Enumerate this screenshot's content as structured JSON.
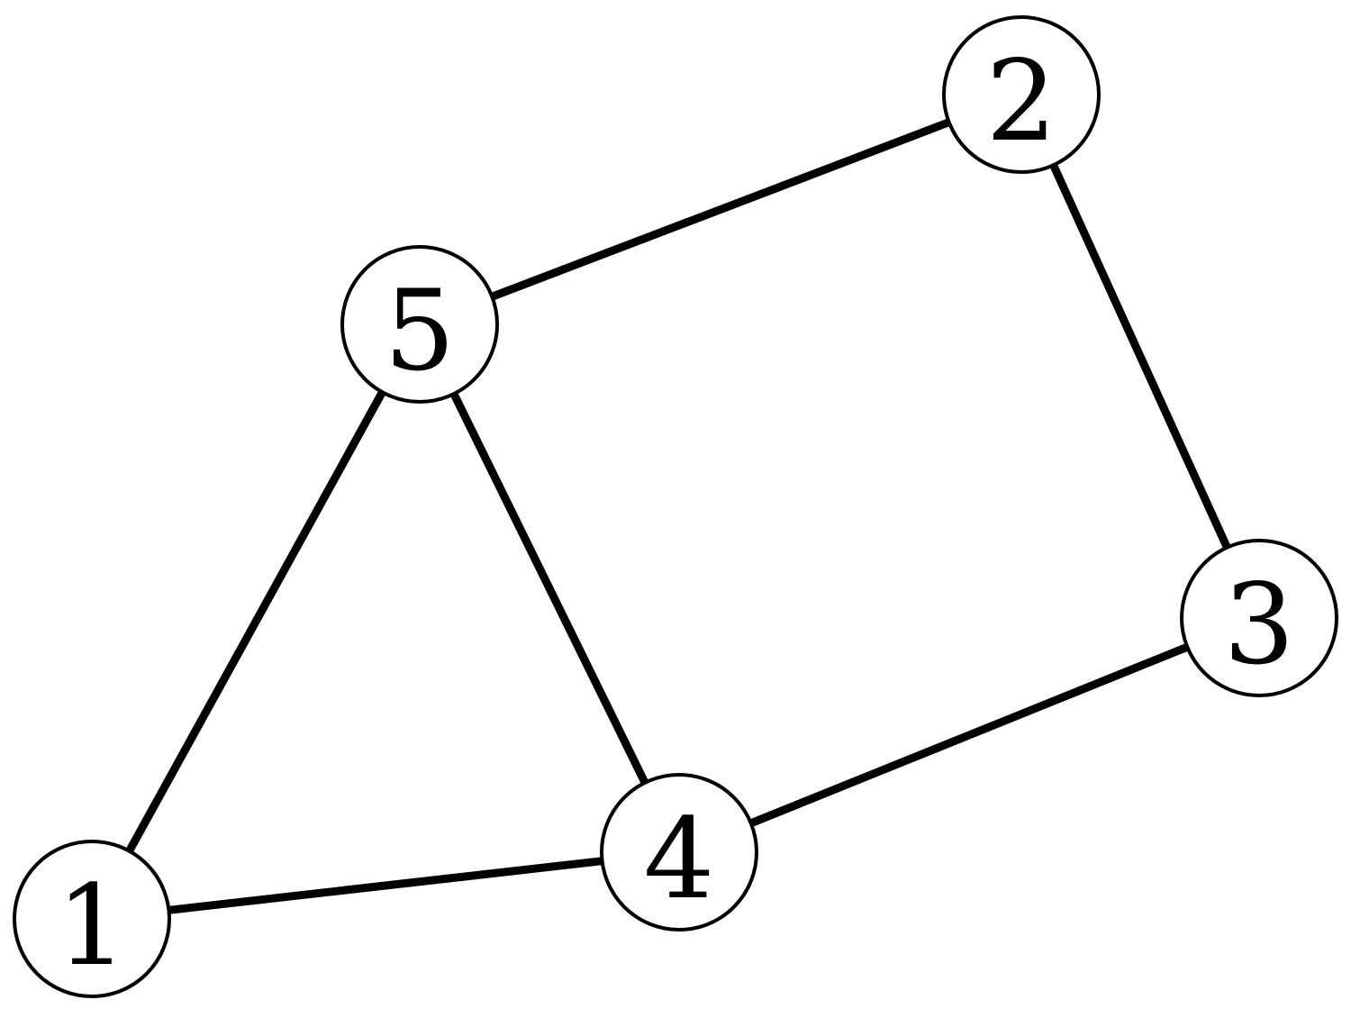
{
  "graph": {
    "nodes": [
      {
        "id": "1",
        "label": "1"
      },
      {
        "id": "2",
        "label": "2"
      },
      {
        "id": "3",
        "label": "3"
      },
      {
        "id": "4",
        "label": "4"
      },
      {
        "id": "5",
        "label": "5"
      }
    ],
    "edges": [
      {
        "from": "1",
        "to": "5"
      },
      {
        "from": "1",
        "to": "4"
      },
      {
        "from": "5",
        "to": "4"
      },
      {
        "from": "5",
        "to": "2"
      },
      {
        "from": "2",
        "to": "3"
      },
      {
        "from": "3",
        "to": "4"
      }
    ]
  }
}
